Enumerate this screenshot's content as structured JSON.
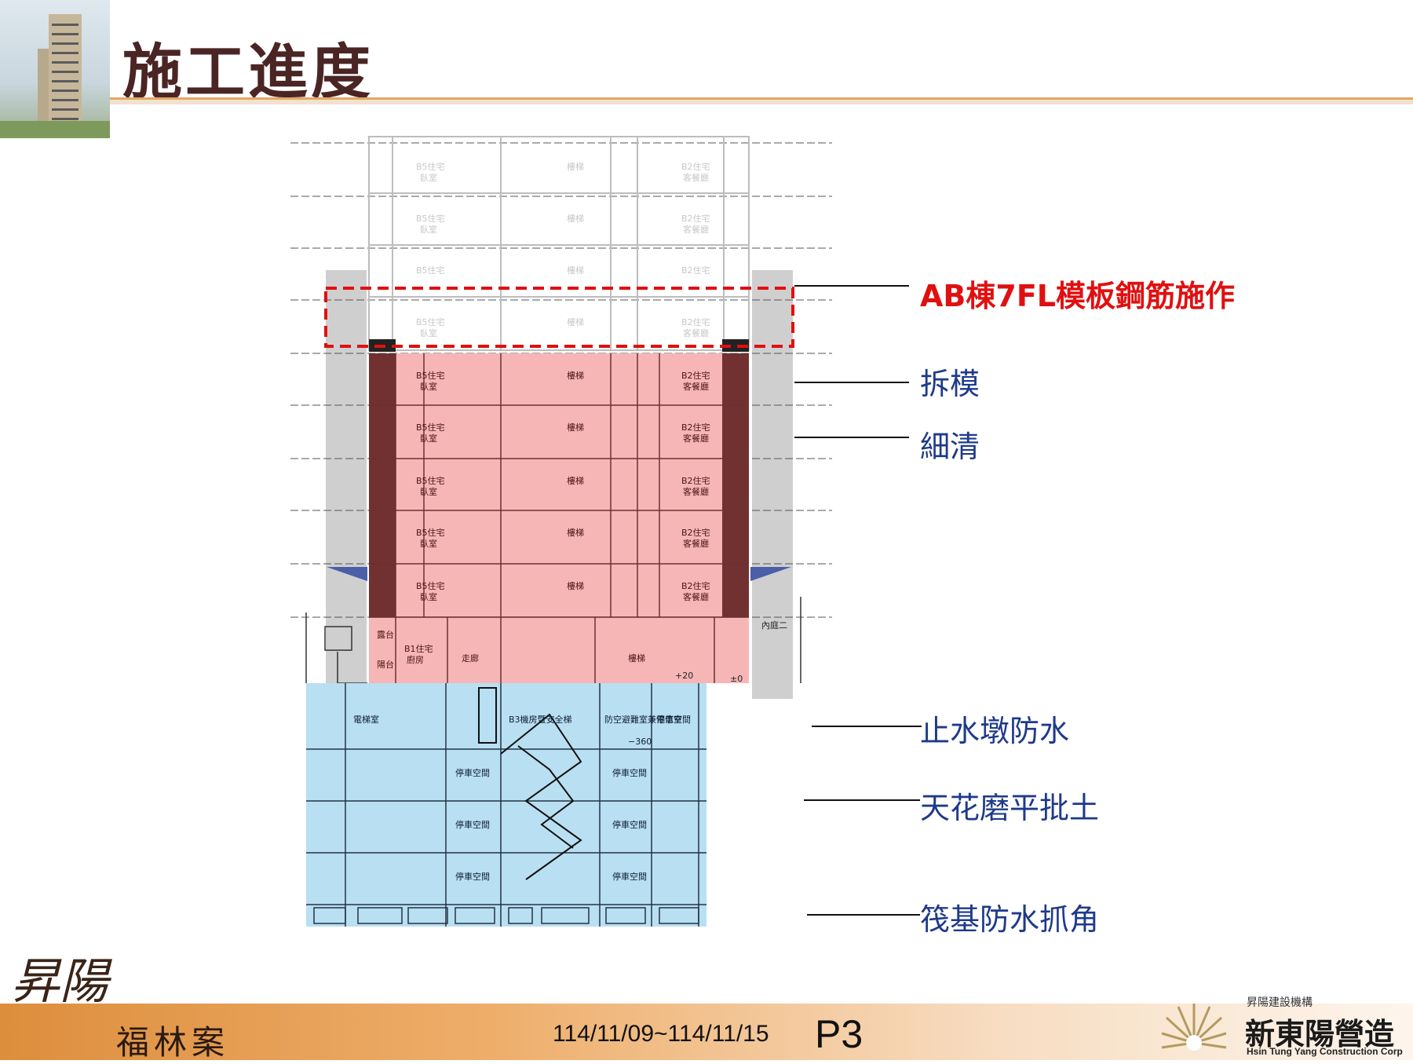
{
  "header": {
    "title": "施工進度"
  },
  "drawing": {
    "upper_units": [
      "B5住宅\n臥室",
      "樓梯",
      "B2住宅\n客餐廳"
    ],
    "ground_labels": [
      "露台",
      "陽台",
      "B1住宅\n廚房",
      "走廊",
      "樓梯",
      "內庭二"
    ],
    "basement_labels": [
      "電梯室",
      "B3機房暨安全梯",
      "防空避難室兼停車空間",
      "電信室",
      "停車空間"
    ],
    "elevations": [
      "+20",
      "±0",
      "−360"
    ]
  },
  "callouts": [
    {
      "text": "AB棟7FL模板鋼筋施作",
      "color": "#e01010"
    },
    {
      "text": "拆模",
      "color": "#1e3a8a"
    },
    {
      "text": "細清",
      "color": "#1e3a8a"
    },
    {
      "text": "止水墩防水",
      "color": "#1e3a8a"
    },
    {
      "text": "天花磨平批土",
      "color": "#1e3a8a"
    },
    {
      "text": "筏基防水抓角",
      "color": "#1e3a8a"
    }
  ],
  "footer": {
    "brand_calligraphy": "昇陽",
    "project": "福林案",
    "date_range": "114/11/09~114/11/15",
    "page": "P3",
    "company_sub": "昇陽建設機構",
    "company": "新東陽營造",
    "company_en": "Hsin Tung Yang Construction Corp"
  }
}
